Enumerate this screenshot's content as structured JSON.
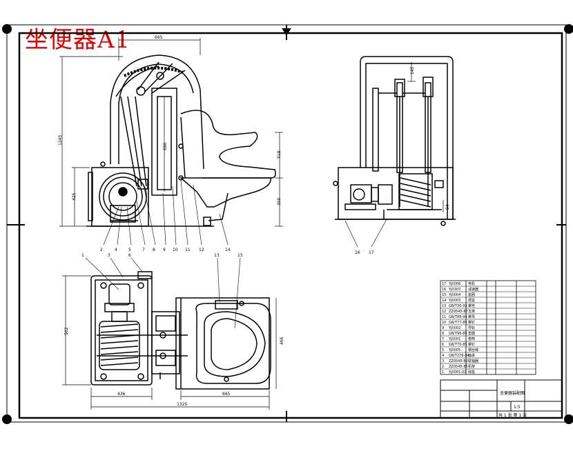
{
  "drawing": {
    "title": "坐便器A1"
  },
  "dimensions": {
    "top_width": "665",
    "overall_height": "1245",
    "inner_height": "680",
    "right_upper": "518",
    "right_lower": "350",
    "base_height": "425",
    "right_view_top": "145",
    "right_view_bottom": "54",
    "plan_depth": "502",
    "plan_width": "466",
    "plan_left": "436",
    "plan_right": "665",
    "plan_total": "1325"
  },
  "leaders": {
    "front": [
      "2",
      "4",
      "5",
      "7",
      "8",
      "9",
      "10",
      "11",
      "12",
      "14"
    ],
    "right": [
      "16",
      "17"
    ],
    "plan": [
      "1",
      "3",
      "6",
      "13",
      "15"
    ]
  },
  "bom_rows": [
    {
      "no": "17",
      "code": "YJ0006",
      "name": "电机"
    },
    {
      "no": "16",
      "code": "YJ0303",
      "name": "减速器"
    },
    {
      "no": "15",
      "code": "YJ0004",
      "name": "座圈"
    },
    {
      "no": "14",
      "code": "YJ0003",
      "name": "便盆"
    },
    {
      "no": "13",
      "code": "GB/T30-93",
      "name": "螺栓"
    },
    {
      "no": "12",
      "code": "ZZ0545-87",
      "name": "支架"
    },
    {
      "no": "11",
      "code": "GB/T88-94",
      "name": "螺母"
    },
    {
      "no": "10",
      "code": "GB/T77-85",
      "name": "螺钉"
    },
    {
      "no": "9",
      "code": "YJ0002",
      "name": "导轨"
    },
    {
      "no": "8",
      "code": "GB/T96-85",
      "name": "垫圈"
    },
    {
      "no": "7",
      "code": "YJ0001",
      "name": "卷筒"
    },
    {
      "no": "6",
      "code": "GB/T70-85",
      "name": "螺钉"
    },
    {
      "no": "5",
      "code": "YJ0005",
      "name": "钢丝绳"
    },
    {
      "no": "4",
      "code": "GB/T276-94",
      "name": "轴承"
    },
    {
      "no": "3",
      "code": "ZZ0545-82",
      "name": "联轴器"
    },
    {
      "no": "2",
      "code": "ZZ0545-85",
      "name": "机架"
    },
    {
      "no": "1",
      "code": "YJ0001-01",
      "name": "底座"
    }
  ],
  "title_block": {
    "name": "坐便器装配图",
    "scale": "1:5",
    "sheet": "共 1 张 第 1 张"
  },
  "colors": {
    "title": "#e00000",
    "line": "#000000"
  }
}
